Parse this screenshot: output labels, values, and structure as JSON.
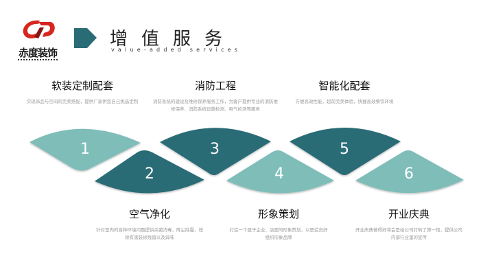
{
  "logo": {
    "brand_name": "赤度装饰",
    "icon": "cd-logo-icon",
    "colors": {
      "red": "#d7261e",
      "dark": "#1a1a1a"
    }
  },
  "header": {
    "title_cn": "增值服务",
    "title_en": "value-added services",
    "arrow_icon": "pentagon-arrow-icon",
    "accent_color": "#2a6c76"
  },
  "colors": {
    "dark_teal": "#2a6c76",
    "light_teal": "#7fbdb9",
    "desc_text": "#999999"
  },
  "services_top": [
    {
      "number": "1",
      "title": "软装定制配套",
      "desc": "实现饰品与空间的完美搭配，提供厂家供您自己挑选定制"
    },
    {
      "number": "3",
      "title": "消防工程",
      "desc": "消防系统的建设及维修保养服务工作，为客户提供专业的消防维修保养、消防系统设施检测、电气检测等服务"
    },
    {
      "number": "5",
      "title": "智能化配套",
      "desc": "方便高效性能，超前完美体验，快捷高效餐饮环境"
    }
  ],
  "services_bottom": [
    {
      "number": "2",
      "title": "空气净化",
      "desc": "针对室内的各种环境问题提供杀菌消毒，降尘除霾，祛除有害装修残留以及异味"
    },
    {
      "number": "4",
      "title": "形象策划",
      "desc": "打造一个属于企业、店面的形象策划，以塑造良好组织形象品牌"
    },
    {
      "number": "6",
      "title": "开业庆典",
      "desc": "开业庆典做得好将会是给公司打响了第一炮，提供公司内部行业里的宣传"
    }
  ]
}
